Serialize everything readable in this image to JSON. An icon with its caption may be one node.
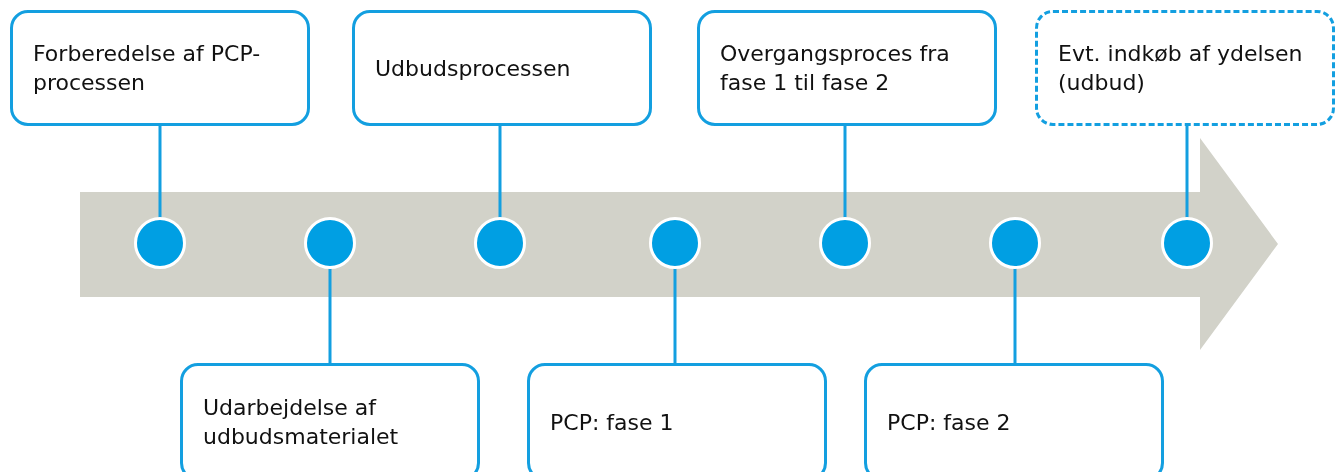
{
  "diagram": {
    "nodes": [
      {
        "text": [
          "Forberedelse af PCP-processen"
        ]
      },
      {
        "text": [
          "Udbudsprocessen"
        ]
      },
      {
        "text": [
          "Overgangsproces fra fase 1 til fase 2"
        ]
      },
      {
        "text": [
          "Evt. indkøb af ydelsen (udbud)"
        ]
      },
      {
        "text": [],
        "shape": "arrow"
      },
      {
        "text": [],
        "shape": "circle",
        "in": 4
      },
      {
        "text": [],
        "shape": "circle",
        "in": 4
      },
      {
        "text": [],
        "shape": "circle",
        "in": 4
      },
      {
        "text": [],
        "shape": "circle",
        "in": 4
      },
      {
        "text": [],
        "shape": "circle",
        "in": 4
      },
      {
        "text": [],
        "shape": "circle",
        "in": 4
      },
      {
        "text": [],
        "shape": "circle",
        "in": 4
      },
      {
        "text": [
          "Udarbejdelse af udbudsmaterialet"
        ]
      },
      {
        "text": [
          "PCP: fase 1"
        ]
      },
      {
        "text": [
          "PCP: fase 2"
        ]
      }
    ],
    "edges": [
      {
        "from": 0,
        "to": 5,
        "arrow": "none"
      },
      {
        "from": 6,
        "to": 12,
        "arrow": "none"
      },
      {
        "from": 1,
        "to": 7,
        "arrow": "none"
      },
      {
        "from": 8,
        "to": 13,
        "arrow": "none"
      },
      {
        "from": 2,
        "to": 9,
        "arrow": "none"
      },
      {
        "from": 10,
        "to": 14,
        "arrow": "none"
      },
      {
        "from": 3,
        "to": 11,
        "arrow": "none"
      }
    ]
  }
}
